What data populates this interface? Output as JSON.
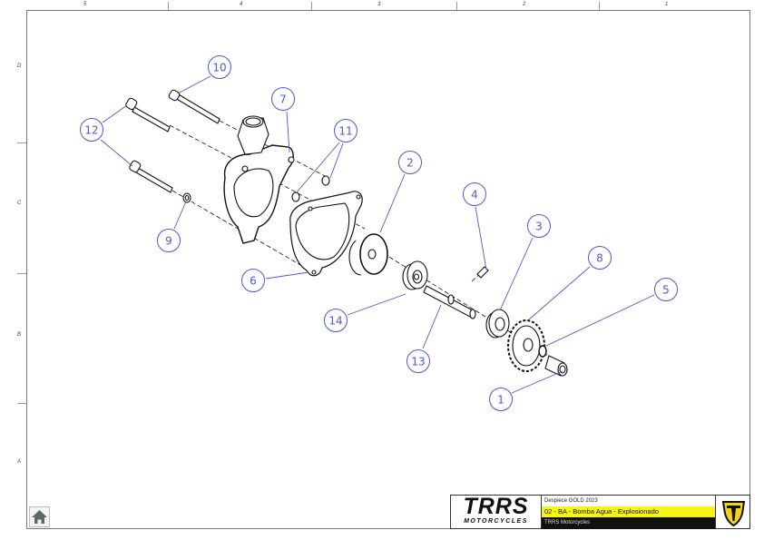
{
  "zone_labels": {
    "columns": [
      "5",
      "4",
      "3",
      "2",
      "1"
    ],
    "rows": [
      "D",
      "C",
      "B",
      "A"
    ]
  },
  "balloons": [
    "10",
    "7",
    "12",
    "11",
    "2",
    "4",
    "3",
    "8",
    "5",
    "9",
    "6",
    "14",
    "13",
    "1"
  ],
  "title_block": {
    "logo_text": "TRRS",
    "logo_subtext": "MOTORCYCLES",
    "document": "Despiece GOLD 2023",
    "title": "02 - BA - Bomba Agua - Explosionado",
    "company": "TRRS Motorcycles"
  },
  "colors": {
    "balloon": "#4c5ad6",
    "highlight": "#f5f51a",
    "brand": "#f2d21a"
  },
  "icons": {
    "home": "home-icon"
  }
}
